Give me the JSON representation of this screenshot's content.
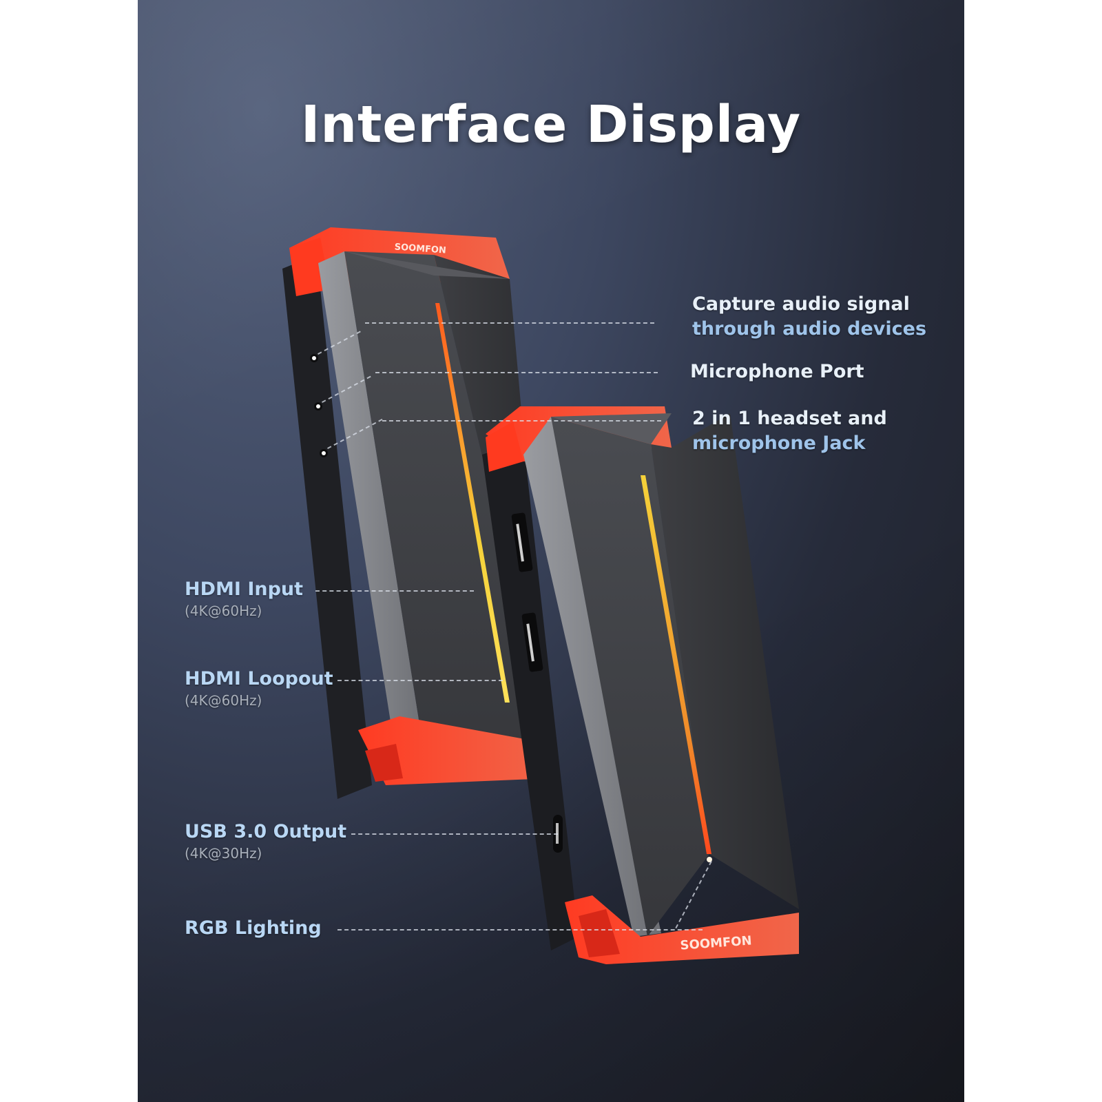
{
  "title": "Interface Display",
  "brand": "SOOMFON",
  "colors": {
    "background_top": "#55617c",
    "background_bottom": "#1c1e26",
    "device_accent": "#f0452a",
    "device_body": "#3a3b3f",
    "rgb_strip": "#f5d23a",
    "label_text": "#d8e6f4",
    "label_text_blue": "#9fc4ea",
    "sub_text": "#a9b0bb"
  },
  "right_labels": [
    {
      "line1": "Capture audio signal",
      "line2": "through audio devices"
    },
    {
      "line1": "Microphone Port"
    },
    {
      "line1": "2 in 1 headset and",
      "line2": "microphone Jack"
    }
  ],
  "left_labels": [
    {
      "main": "HDMI Input",
      "sub": "(4K@60Hz)"
    },
    {
      "main": "HDMI Loopout",
      "sub": "(4K@60Hz)"
    },
    {
      "main": "USB 3.0 Output",
      "sub": "(4K@30Hz)"
    },
    {
      "main": "RGB Lighting"
    }
  ]
}
